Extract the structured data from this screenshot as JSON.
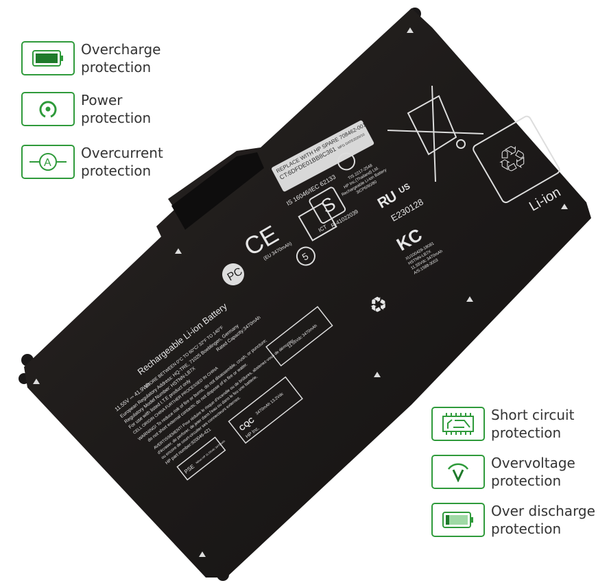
{
  "features_left": [
    {
      "icon": "battery-full-icon",
      "line1": "Overcharge",
      "line2": "protection"
    },
    {
      "icon": "power-icon",
      "line1": "Power",
      "line2": "protection"
    },
    {
      "icon": "ammeter-icon",
      "line1": "Overcurrent",
      "line2": "protection"
    }
  ],
  "features_right": [
    {
      "icon": "circuit-board-icon",
      "line1": "Short circuit",
      "line2": "protection"
    },
    {
      "icon": "voltmeter-icon",
      "line1": "Overvoltage",
      "line2": "protection"
    },
    {
      "icon": "battery-low-icon",
      "line1": "Over discharge",
      "line2": "protection"
    }
  ],
  "battery": {
    "sticker_line1": "REPLACE WITH HP SPARE 708462-001",
    "sticker_line2": "CT:6DFDE01BB8C361",
    "sticker_mfg": "MFG DATE2020/10",
    "is_standard": "IS 16046/IEC 62133",
    "bis_number": "R-41022039",
    "tis_line1": "TIS 2217-2548",
    "tis_line2": "HP Inc.(Thailand) Ltd.",
    "tis_line3": "Rechargeable Li-ion Battery",
    "tis_line4": "3ICP6/60/80",
    "ul_number": "E230128",
    "ul_us": "US",
    "recycle_label": "Li-ion",
    "ce_capacity": "(EU 3470mAh)",
    "ict": "ICT",
    "kc_line1": "XU100429-18081",
    "kc_line2": "HSTNN-LB7X",
    "kc_line3": "11.55Vdc 3470mAh",
    "kc_line4": "A/S:1588-3003",
    "title": "Rechargeable Li-ion Battery",
    "spec": "11.55V ⎓ 41.9Wh",
    "store": "STORE BETWEEN 0°C TO 60°C/ 32°F TO 140°F",
    "eu_address": "European Regulatory Address: HQ-TRE, 71025 Boeblingen, Germany",
    "model": "Regulatory Model Number: HSTNN-LB7X",
    "rated": "Rated Capacity:3470mAh",
    "ite": "For use with listed I.T.E product only",
    "origin": "CELL ORIGIN CHINA FURTHER PROCESSED IN CHINA",
    "warning": "WARNING! To reduce risk of fire or burns, do not disassemble, crush, or puncture;",
    "warning2": "do not short external contacts; do not dispose of in fire or water.",
    "avert": "AVERTISSEMENT! Pour réduire le risque d'incendie ou de brûlures, abstenez-vous de démonter,",
    "avert2": "d'écraser, de perforer, de jeter dans l'eau ou dans le feu une batterie,",
    "avert3": "ou encore de court-circuiter ses connecteurs externes.",
    "part_number": "HP part number:920046-421",
    "cqc": "CQC",
    "hp_inc": "HP Inc.",
    "cqc_spec": "3470mAh  13.2Vdc",
    "pse": "PSE",
    "pse_spec": "Nihon HP 11.55Vdc 3470mAh",
    "recycle_spec": "11.55Vdc 3470mAh"
  }
}
